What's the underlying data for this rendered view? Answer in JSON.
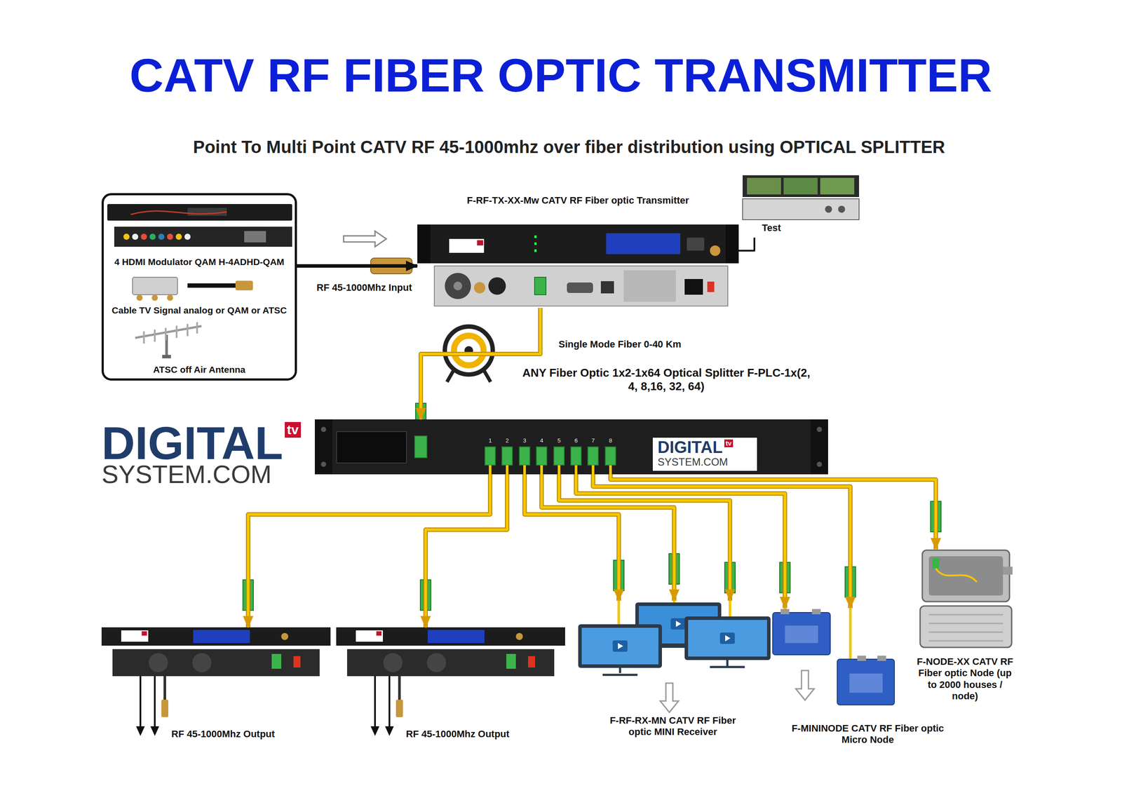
{
  "diagram": {
    "title": "CATV RF FIBER OPTIC TRANSMITTER",
    "nodes": [
      {
        "text": [
          "4 HDMI Modulator QAM H-4ADHD-QAM",
          "Cable TV Signal analog or QAM or ATSC",
          "ATSC off Air Antenna"
        ]
      },
      {
        "text": [
          "F-RF-TX-XX-Mw CATV RF Fiber optic Transmitter"
        ]
      },
      {
        "text": [
          "Test"
        ]
      },
      {
        "text": [
          "ANY Fiber Optic 1x2-1x64 Optical Splitter F-PLC-1x(2, 4, 8,16, 32, 64)"
        ]
      },
      {
        "text": [
          "RF 45-1000Mhz Output"
        ]
      },
      {
        "text": [
          "RF 45-1000Mhz Output"
        ]
      },
      {
        "text": [
          "F-RF-RX-MN CATV RF Fiber optic MINI Receiver"
        ]
      },
      {
        "text": [
          "F-MININODE CATV RF Fiber optic Micro Node"
        ]
      },
      {
        "text": [
          "F-NODE-XX CATV RF Fiber optic Node (up to 2000 houses / node)"
        ]
      }
    ],
    "edges": [
      {
        "from": 0,
        "to": 1,
        "label": "RF 45-1000Mhz Input",
        "arrow": "to"
      },
      {
        "from": 1,
        "to": 2,
        "arrow": "none"
      },
      {
        "from": 1,
        "to": 3,
        "label": "Single Mode Fiber 0-40 Km",
        "arrow": "to"
      },
      {
        "from": 3,
        "to": 4,
        "arrow": "to"
      },
      {
        "from": 3,
        "to": 5,
        "arrow": "to"
      },
      {
        "from": 3,
        "to": 6,
        "arrow": "to"
      },
      {
        "from": 3,
        "to": 6,
        "arrow": "to"
      },
      {
        "from": 3,
        "to": 6,
        "arrow": "to"
      },
      {
        "from": 3,
        "to": 7,
        "arrow": "to"
      },
      {
        "from": 3,
        "to": 7,
        "arrow": "to"
      },
      {
        "from": 3,
        "to": 8,
        "arrow": "to"
      }
    ],
    "labels": [
      "Point To Multi Point CATV RF 45-1000mhz over fiber distribution using OPTICAL SPLITTER",
      "DIGITAL",
      "tv",
      "SYSTEM.COM",
      "DIGITAL",
      "tv",
      "SYSTEM.COM",
      "1",
      "2",
      "3",
      "4",
      "5",
      "6",
      "7",
      "8"
    ]
  }
}
